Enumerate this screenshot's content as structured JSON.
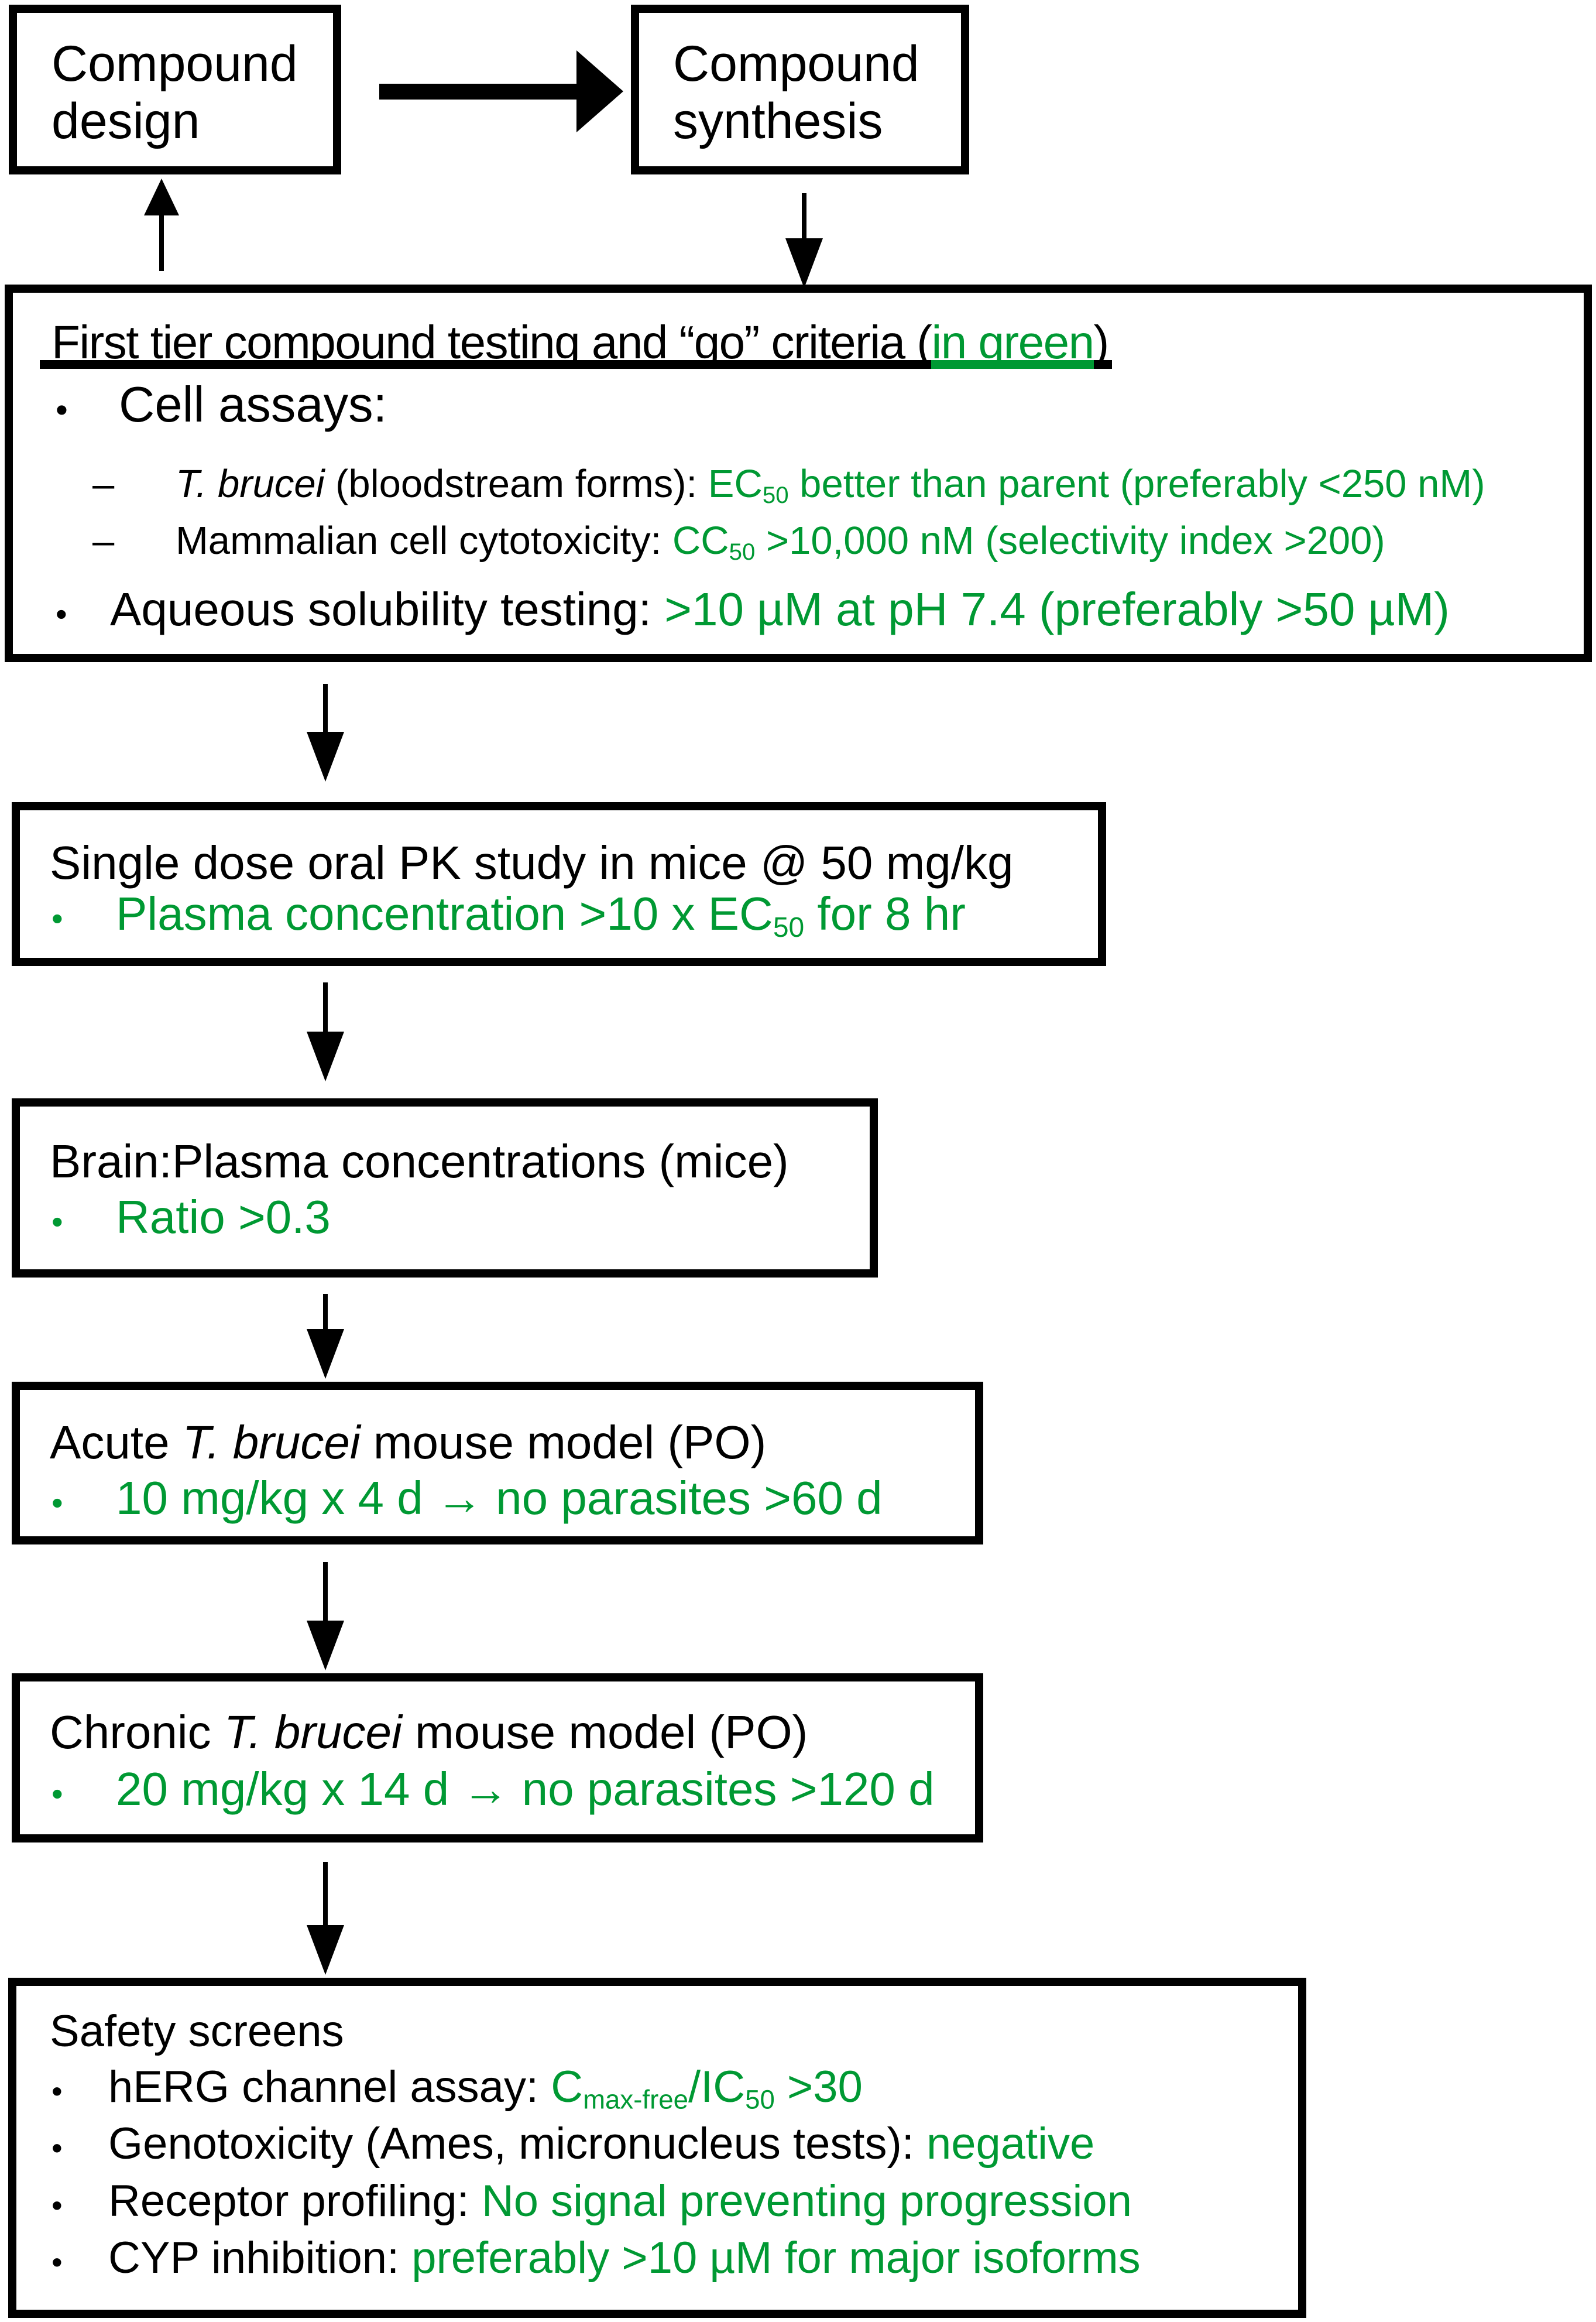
{
  "colors": {
    "green": "#009933",
    "black": "#000000"
  },
  "markers": {
    "bullet": "•",
    "dash": "–"
  },
  "design": {
    "lines": [
      "Compound",
      "design"
    ]
  },
  "synthesis": {
    "lines": [
      "Compound",
      "synthesis"
    ]
  },
  "tier1": {
    "title_open": "First tier compound testing and “go” criteria (",
    "title_green": "in green",
    "title_close": ")",
    "cell": "Cell assays:",
    "tb_italic": "T. brucei",
    "tb_black": " (bloodstream forms): ",
    "tb_green_pre": "EC",
    "tb_green_sub": "50",
    "tb_green_post": " better than parent (preferably <250 nM)",
    "mm_black": "Mammalian cell cytotoxicity: ",
    "mm_green_pre": "CC",
    "mm_green_sub": "50",
    "mm_green_post": " >10,000 nM (selectivity index >200)",
    "aq_black": "Aqueous solubility testing: ",
    "aq_green": ">10 µM at pH 7.4 (preferably >50 µM)"
  },
  "pk": {
    "title": "Single dose oral PK study in mice @ 50 mg/kg",
    "b_pre": "Plasma concentration >10 x EC",
    "b_sub": "50",
    "b_post": " for 8 hr"
  },
  "brain": {
    "title": "Brain:Plasma concentrations (mice)",
    "b": "Ratio >0.3"
  },
  "acute": {
    "t_pre": "Acute ",
    "t_it": "T. brucei",
    "t_post": " mouse model (PO)",
    "b": "10 mg/kg x 4 d → no parasites >60 d"
  },
  "chronic": {
    "t_pre": "Chronic ",
    "t_it": "T. brucei",
    "t_post": " mouse model (PO)",
    "b": "20 mg/kg x 14 d → no parasites >120 d"
  },
  "safety": {
    "title": "Safety screens",
    "herg_black": "hERG channel assay: ",
    "herg_g1": "C",
    "herg_s1": "max-free",
    "herg_g2": "/IC",
    "herg_s2": "50",
    "herg_g3": " >30",
    "geno_black": "Genotoxicity (Ames, micronucleus tests): ",
    "geno_green": "negative",
    "rec_black": "Receptor profiling: ",
    "rec_green": "No signal preventing progression",
    "cyp_black": "CYP inhibition: ",
    "cyp_green": "preferably >10 µM for major isoforms"
  }
}
